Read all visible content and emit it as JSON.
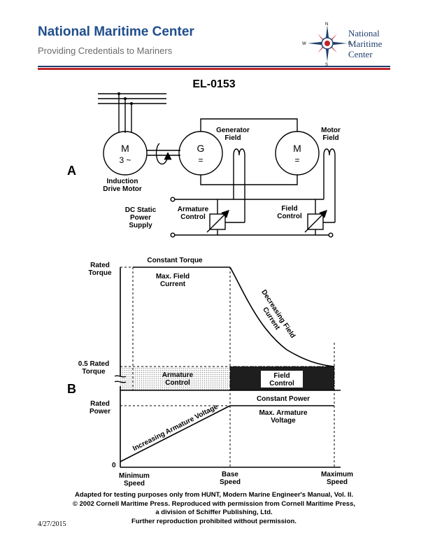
{
  "header": {
    "title": "National Maritime Center",
    "subtitle": "Providing Credentials to Mariners",
    "logo_line1": "National",
    "logo_line2": "Maritime",
    "logo_line3": "Center",
    "compass_n": "N",
    "compass_w": "W",
    "compass_e": "E",
    "compass_s": "S"
  },
  "document_id": "EL-0153",
  "diagram_a": {
    "label": "A",
    "motor_letter": "M",
    "motor_phase": "3 ~",
    "generator_letter": "G",
    "generator_symbol": "=",
    "dc_motor_letter": "M",
    "dc_motor_symbol": "=",
    "induction_motor_line1": "Induction",
    "induction_motor_line2": "Drive Motor",
    "generator_field_line1": "Generator",
    "generator_field_line2": "Field",
    "motor_field_line1": "Motor",
    "motor_field_line2": "Field",
    "supply_line1": "DC Static",
    "supply_line2": "Power",
    "supply_line3": "Supply",
    "armature_control_line1": "Armature",
    "armature_control_line2": "Control",
    "field_control_line1": "Field",
    "field_control_line2": "Control"
  },
  "diagram_b": {
    "label": "B",
    "rated_torque_line1": "Rated",
    "rated_torque_line2": "Torque",
    "half_torque_line1": "0.5 Rated",
    "half_torque_line2": "Torque",
    "rated_power_line1": "Rated",
    "rated_power_line2": "Power",
    "zero": "0",
    "constant_torque": "Constant Torque",
    "max_field_line1": "Max. Field",
    "max_field_line2": "Current",
    "decreasing_field_line1": "Decreasing Field",
    "decreasing_field_line2": "Current",
    "armature_control_line1": "Armature",
    "armature_control_line2": "Control",
    "field_control_line1": "Field",
    "field_control_line2": "Control",
    "constant_power": "Constant Power",
    "max_armature_line1": "Max. Armature",
    "max_armature_line2": "Voltage",
    "increasing_armature": "Increasing Armature Voltage",
    "min_speed_line1": "Minimum",
    "min_speed_line2": "Speed",
    "base_speed_line1": "Base",
    "base_speed_line2": "Speed",
    "max_speed_line1": "Maximum",
    "max_speed_line2": "Speed"
  },
  "footer": {
    "line1": "Adapted for testing purposes only from HUNT, Modern Marine Engineer's Manual, Vol. II.",
    "line2": "© 2002 Cornell Maritime Press. Reproduced with permission from Cornell Maritime Press,",
    "line3": "a division of Schiffer Publishing, Ltd.",
    "line4": "Further reproduction prohibited without permission.",
    "date": "4/27/2015"
  }
}
